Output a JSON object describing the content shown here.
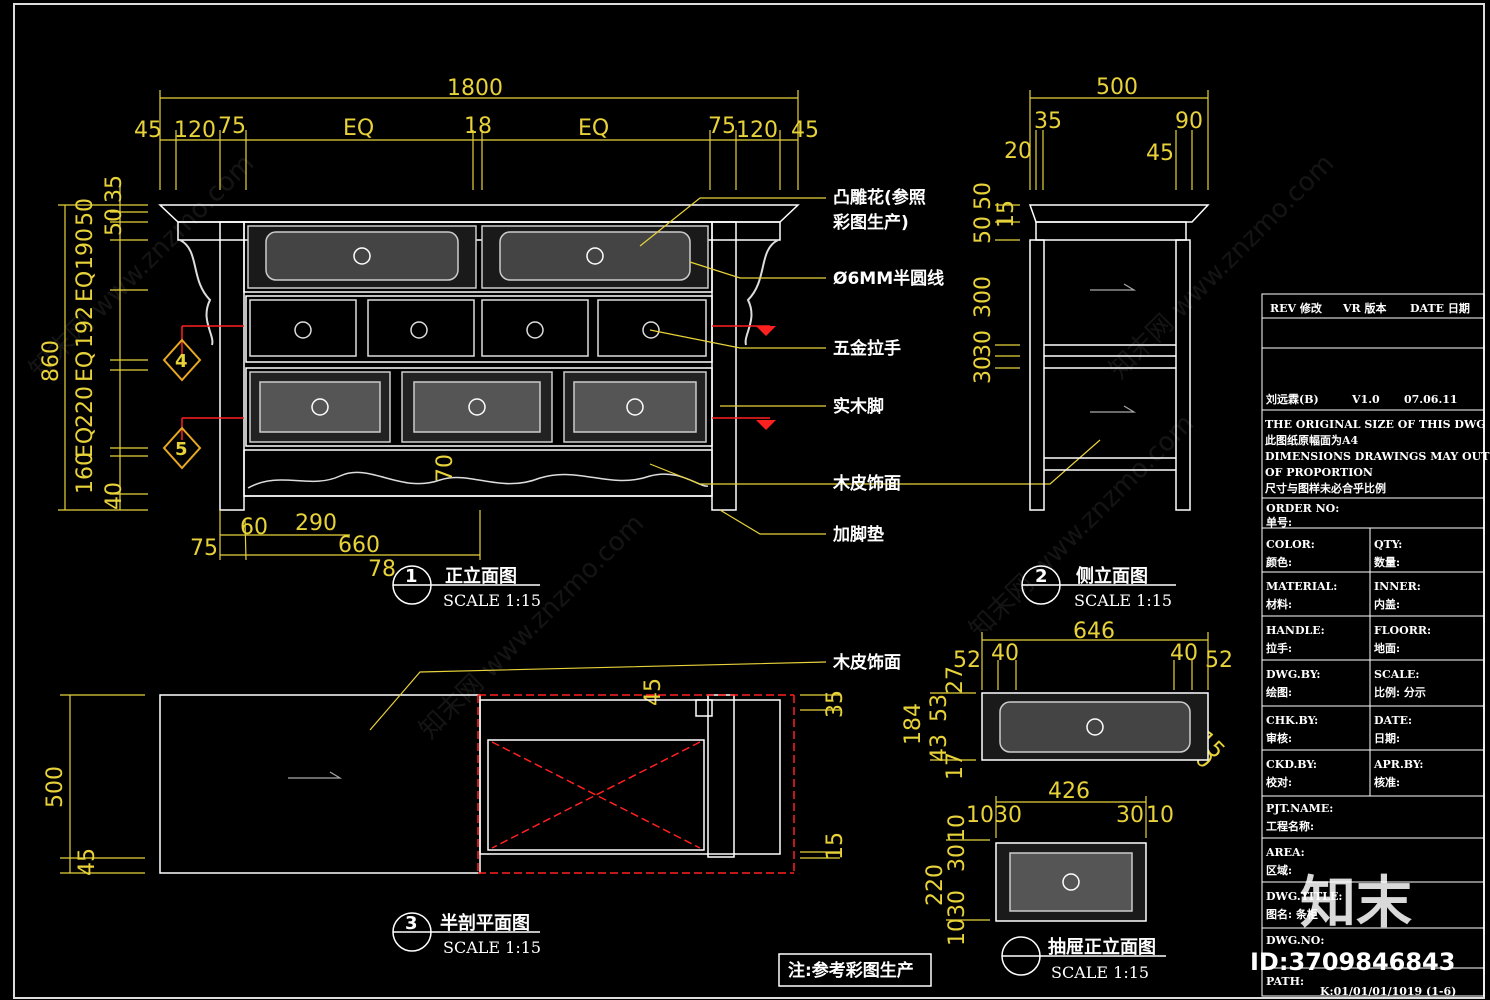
{
  "front_view": {
    "dims_top": [
      "1800",
      "45",
      "120",
      "75",
      "EQ",
      "18",
      "EQ",
      "75",
      "120",
      "45"
    ],
    "dims_left": [
      "35",
      "50",
      "50",
      "190",
      "EQ",
      "192",
      "EQ",
      "220",
      "EQ",
      "160",
      "40",
      "860"
    ],
    "dims_bottom": [
      "75",
      "60",
      "290",
      "660",
      "78",
      "70"
    ],
    "callouts": [
      "凸雕花(参照",
      "彩图生产)",
      "Ø6MM半圆线",
      "五金拉手",
      "实木脚",
      "木皮饰面",
      "加脚垫"
    ],
    "markers": [
      "4",
      "5"
    ],
    "title": {
      "num": "1",
      "name": "正立面图",
      "scale": "SCALE 1:15"
    }
  },
  "side_view": {
    "dims": [
      "500",
      "35",
      "20",
      "90",
      "45",
      "50",
      "50",
      "15",
      "300",
      "30",
      "30"
    ],
    "title": {
      "num": "2",
      "name": "侧立面图",
      "scale": "SCALE 1:15"
    }
  },
  "plan_view": {
    "callout": "木皮饰面",
    "dims": [
      "500",
      "45",
      "45",
      "35",
      "15"
    ],
    "title": {
      "num": "3",
      "name": "半剖平面图",
      "scale": "SCALE 1:15"
    }
  },
  "drawer_views": {
    "dims_a": [
      "646",
      "52",
      "40",
      "40",
      "52",
      "27",
      "53",
      "184",
      "43",
      "17",
      "15",
      "10"
    ],
    "dims_b": [
      "426",
      "10",
      "30",
      "30",
      "10",
      "10",
      "30",
      "220",
      "30",
      "10"
    ],
    "title": {
      "name": "抽屉正立面图",
      "scale": "SCALE 1:15"
    }
  },
  "note": "注:参考彩图生产",
  "title_block": {
    "header": [
      "REV 修改",
      "VR 版本",
      "DATE 日期"
    ],
    "rev_row": [
      "刘远霖(B)",
      "V1.0",
      "07.06.11"
    ],
    "notes": [
      "THE ORIGINAL SIZE OF THIS DWG IS A4",
      "此图纸原幅面为A4",
      "DIMENSIONS DRAWINGS MAY OUT",
      "OF PROPORTION",
      "尺寸与图样未必合乎比例"
    ],
    "order_no": [
      "ORDER NO:",
      "单号:"
    ],
    "rows": [
      [
        "COLOR:",
        "颜色:",
        "QTY:",
        "数量:"
      ],
      [
        "MATERIAL:",
        "材料:",
        "INNER:",
        "内盖:"
      ],
      [
        "HANDLE:",
        "拉手:",
        "FLOORR:",
        "地面:"
      ],
      [
        "DWG.BY:",
        "绘图:",
        "SCALE:",
        "比例:  分示"
      ],
      [
        "CHK.BY:",
        "审核:",
        "DATE:",
        "日期:"
      ],
      [
        "CKD.BY:",
        "校对:",
        "APR.BY:",
        "核准:"
      ]
    ],
    "pjt": [
      "PJT.NAME:",
      "工程名称:"
    ],
    "area": [
      "AREA:",
      "区域:"
    ],
    "dwg_title": [
      "DWG.TITLE:",
      "图名:  条柜"
    ],
    "dwg_no": [
      "DWG.NO:"
    ],
    "path_row": [
      "PATH:",
      "K:01/01/01/1019 (1-6)"
    ]
  },
  "brand": {
    "logo": "知末",
    "id": "ID:3709846843"
  },
  "watermark": "知末网 www.znzmo.com"
}
